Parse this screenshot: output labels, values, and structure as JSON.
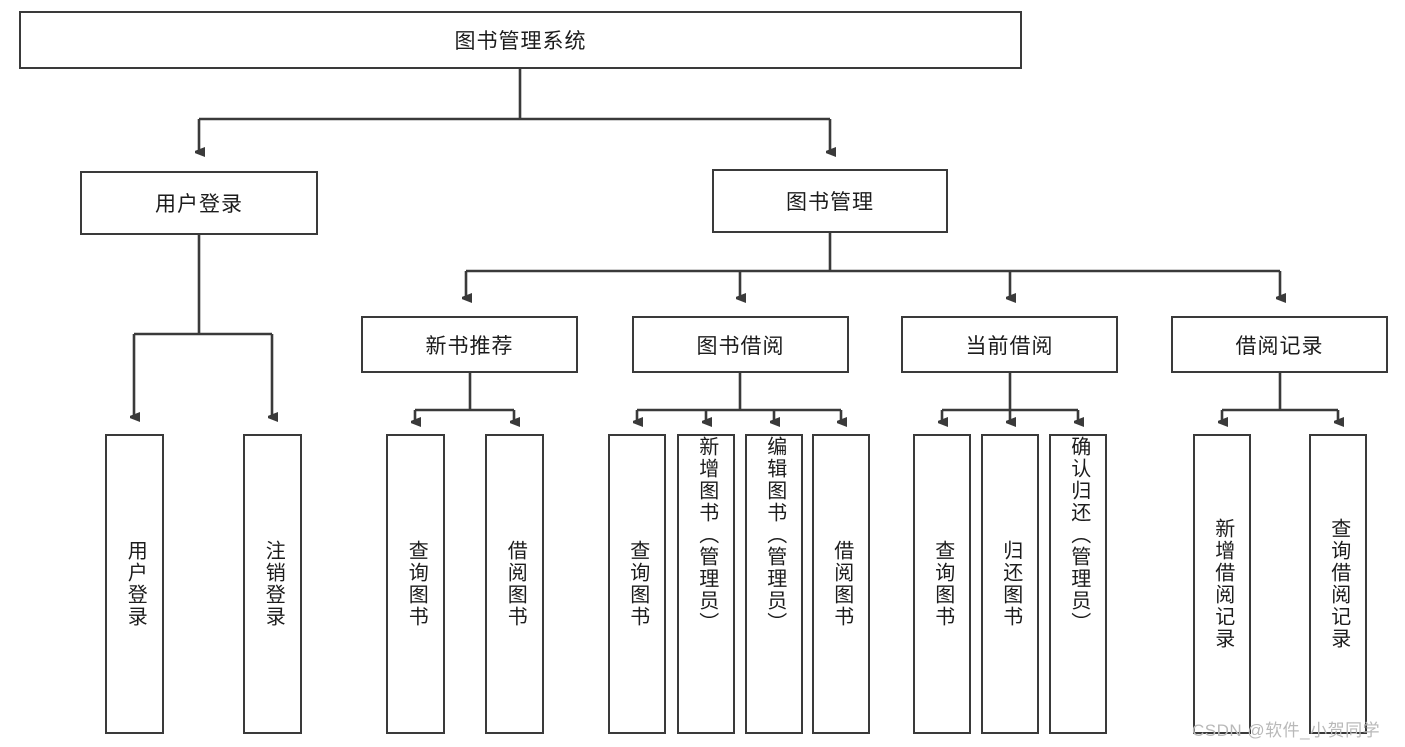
{
  "diagram": {
    "type": "tree",
    "title": "图书管理系统",
    "watermark": "CSDN @软件_小贺同学",
    "style": {
      "background": "#ffffff",
      "box_border": "#3a3a3a",
      "line_color": "#3a3a3a",
      "text_color": "#1c1c1c",
      "watermark_color": "#b9b9b9"
    },
    "nodes": {
      "root": {
        "label": "图书管理系统",
        "level": 0,
        "orientation": "horizontal"
      },
      "user_login": {
        "label": "用户登录",
        "level": 1,
        "orientation": "horizontal"
      },
      "book_manage": {
        "label": "图书管理",
        "level": 1,
        "orientation": "horizontal"
      },
      "new_book_rec": {
        "label": "新书推荐",
        "level": 2,
        "orientation": "horizontal"
      },
      "book_borrow": {
        "label": "图书借阅",
        "level": 2,
        "orientation": "horizontal"
      },
      "current_borrow": {
        "label": "当前借阅",
        "level": 2,
        "orientation": "horizontal"
      },
      "borrow_record": {
        "label": "借阅记录",
        "level": 2,
        "orientation": "horizontal"
      },
      "leaf_user_login": {
        "label": "用户登录",
        "level": 2,
        "orientation": "vertical"
      },
      "leaf_logout": {
        "label": "注销登录",
        "level": 2,
        "orientation": "vertical"
      },
      "leaf_query_book_a": {
        "label": "查询图书",
        "level": 3,
        "orientation": "vertical"
      },
      "leaf_borrow_book_a": {
        "label": "借阅图书",
        "level": 3,
        "orientation": "vertical"
      },
      "leaf_query_book_b": {
        "label": "查询图书",
        "level": 3,
        "orientation": "vertical"
      },
      "leaf_add_book": {
        "label": "新增图书（管理员）",
        "level": 3,
        "orientation": "vertical"
      },
      "leaf_edit_book": {
        "label": "编辑图书（管理员）",
        "level": 3,
        "orientation": "vertical"
      },
      "leaf_borrow_book_b": {
        "label": "借阅图书",
        "level": 3,
        "orientation": "vertical"
      },
      "leaf_query_book_c": {
        "label": "查询图书",
        "level": 3,
        "orientation": "vertical"
      },
      "leaf_return_book": {
        "label": "归还图书",
        "level": 3,
        "orientation": "vertical"
      },
      "leaf_confirm_return": {
        "label": "确认归还（管理员）",
        "level": 3,
        "orientation": "vertical"
      },
      "leaf_add_record": {
        "label": "新增借阅记录",
        "level": 3,
        "orientation": "vertical"
      },
      "leaf_query_record": {
        "label": "查询借阅记录",
        "level": 3,
        "orientation": "vertical"
      }
    },
    "edges": [
      {
        "from": "root",
        "to": "user_login"
      },
      {
        "from": "root",
        "to": "book_manage"
      },
      {
        "from": "user_login",
        "to": "leaf_user_login"
      },
      {
        "from": "user_login",
        "to": "leaf_logout"
      },
      {
        "from": "book_manage",
        "to": "new_book_rec"
      },
      {
        "from": "book_manage",
        "to": "book_borrow"
      },
      {
        "from": "book_manage",
        "to": "current_borrow"
      },
      {
        "from": "book_manage",
        "to": "borrow_record"
      },
      {
        "from": "new_book_rec",
        "to": "leaf_query_book_a"
      },
      {
        "from": "new_book_rec",
        "to": "leaf_borrow_book_a"
      },
      {
        "from": "book_borrow",
        "to": "leaf_query_book_b"
      },
      {
        "from": "book_borrow",
        "to": "leaf_add_book"
      },
      {
        "from": "book_borrow",
        "to": "leaf_edit_book"
      },
      {
        "from": "book_borrow",
        "to": "leaf_borrow_book_b"
      },
      {
        "from": "current_borrow",
        "to": "leaf_query_book_c"
      },
      {
        "from": "current_borrow",
        "to": "leaf_return_book"
      },
      {
        "from": "current_borrow",
        "to": "leaf_confirm_return"
      },
      {
        "from": "borrow_record",
        "to": "leaf_add_record"
      },
      {
        "from": "borrow_record",
        "to": "leaf_query_record"
      }
    ]
  }
}
